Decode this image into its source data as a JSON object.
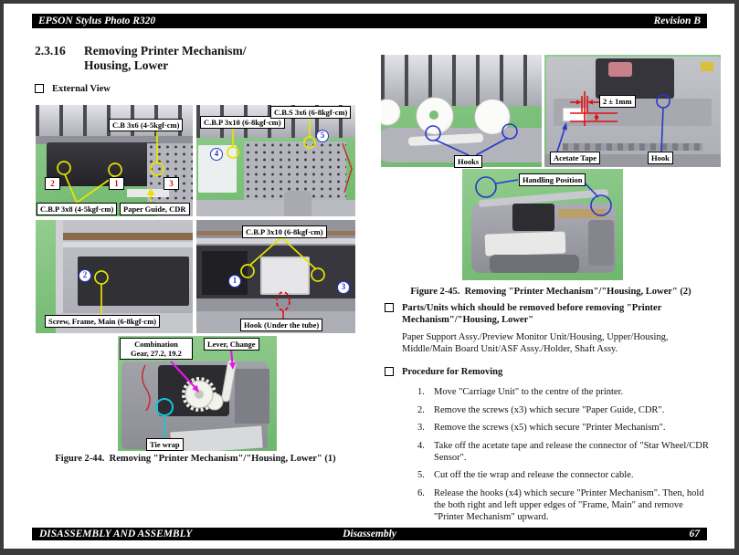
{
  "header": {
    "left": "EPSON Stylus Photo R320",
    "right": "Revision B"
  },
  "footer": {
    "left": "DISASSEMBLY AND ASSEMBLY",
    "center": "Disassembly",
    "page": "67"
  },
  "title": {
    "number": "2.3.16",
    "line1": "Removing Printer Mechanism/",
    "line2": "Housing, Lower"
  },
  "external_view": "External View",
  "fig44": {
    "caption": "Figure 2-44.  Removing \"Printer Mechanism\"/\"Housing, Lower\" (1)",
    "p1": {
      "screw_top": "C.B 3x6 (4-5kgf·cm)",
      "screw_bottom": "C.B.P 3x8 (4-5kgf·cm)",
      "part": "Paper Guide, CDR",
      "markers": [
        "2",
        "1",
        "3"
      ]
    },
    "p2": {
      "screw_left": "C.B.P 3x10 (6-8kgf·cm)",
      "screw_right": "C.B.S 3x6 (6-8kgf·cm)",
      "markers": [
        "4",
        "5"
      ]
    },
    "p3": {
      "label": "Screw, Frame, Main (6-8kgf·cm)",
      "markers": [
        "2"
      ]
    },
    "p4": {
      "screw": "C.B.P 3x10 (6-8kgf·cm)",
      "hook": "Hook (Under the tube)",
      "markers": [
        "1",
        "3"
      ]
    },
    "p5": {
      "gear_line1": "Combination",
      "gear_line2": "Gear, 27.2, 19.2",
      "lever": "Lever, Change",
      "tie": "Tie wrap"
    }
  },
  "fig45": {
    "caption": "Figure 2-45.  Removing \"Printer Mechanism\"/\"Housing, Lower\" (2)",
    "pa": {
      "hooks": "Hooks"
    },
    "pb": {
      "dim": "2 ± 1mm",
      "tape": "Acetate Tape",
      "hook": "Hook"
    },
    "pc": {
      "handling": "Handling Position"
    }
  },
  "parts": {
    "heading": "Parts/Units which should be removed before removing \"Printer Mechanism\"/\"Housing, Lower\"",
    "body": "Paper Support Assy./Preview Monitor Unit/Housing, Upper/Housing, Middle/Main Board Unit/ASF Assy./Holder, Shaft Assy."
  },
  "procedure": {
    "heading": "Procedure for Removing",
    "steps": [
      "Move \"Carriage Unit\" to the centre of the printer.",
      "Remove the screws (x3) which secure \"Paper Guide, CDR\".",
      "Remove the screws (x5) which secure \"Printer Mechanism\".",
      "Take off the acetate tape and release the connector of \"Star Wheel/CDR Sensor\".",
      "Cut off the tie wrap and release the connector cable.",
      "Release the hooks (x4) which secure \"Printer Mechanism\". Then, hold the both right and left upper edges of \"Frame, Main\" and remove \"Printer Mechanism\" upward."
    ]
  },
  "colors": {
    "screw_marker_yellow": "#e8e400",
    "step_marker_red": "#e00000",
    "annotation_blue": "#2838c8",
    "pointer_magenta": "#e518e5",
    "tiewrap_cyan": "#10c8d8",
    "photo_mat_green": "#7cc17c",
    "bar_black": "#000000"
  }
}
